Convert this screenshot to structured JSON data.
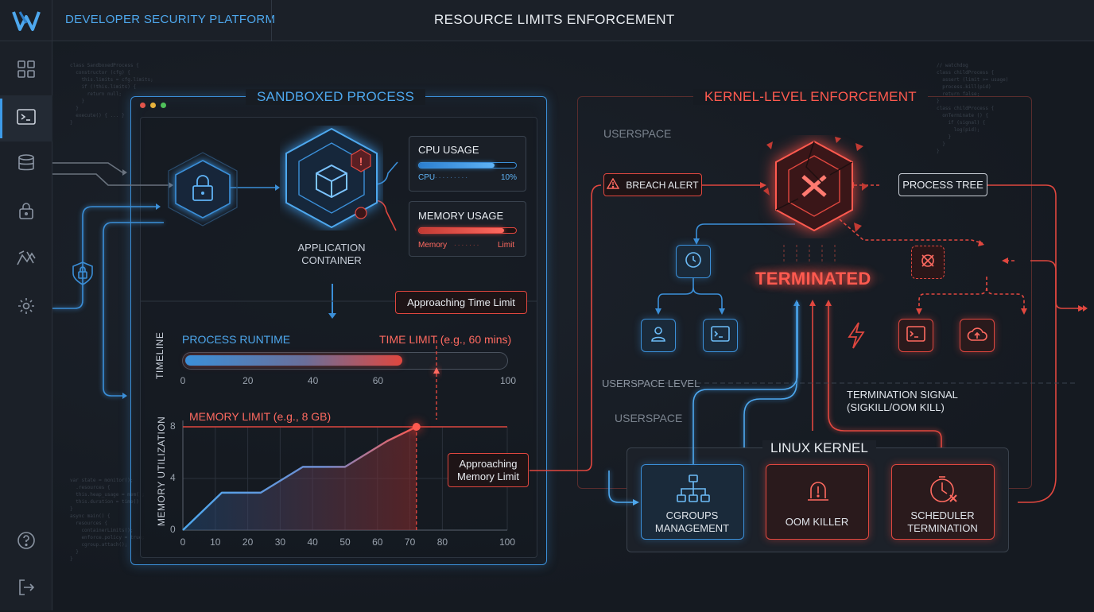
{
  "app": {
    "brand": "DEVELOPER SECURITY PLATFORM",
    "page_title": "RESOURCE LIMITS ENFORCEMENT"
  },
  "sidebar": {
    "items": [
      {
        "name": "dashboard-icon"
      },
      {
        "name": "terminal-icon"
      },
      {
        "name": "database-icon"
      },
      {
        "name": "lock-icon"
      },
      {
        "name": "network-icon"
      },
      {
        "name": "gear-icon"
      }
    ],
    "bottom": [
      {
        "name": "help-icon"
      },
      {
        "name": "logout-icon"
      }
    ]
  },
  "sandbox": {
    "title": "SANDBOXED PROCESS",
    "container_label_1": "APPLICATION",
    "container_label_2": "CONTAINER",
    "cpu": {
      "title": "CPU USAGE",
      "label": "CPU",
      "value": "10%",
      "fill": 0.78
    },
    "memory": {
      "title": "MEMORY USAGE",
      "label": "Memory",
      "limit": "Limit",
      "fill": 0.88
    },
    "time_callout": "Approaching Time Limit",
    "memory_callout_1": "Approaching",
    "memory_callout_2": "Memory Limit"
  },
  "timeline": {
    "axis_label": "TIMELINE",
    "runtime_label": "PROCESS RUNTIME",
    "limit_label": "TIME LIMIT (e.g., 60 mins)",
    "ticks": [
      "0",
      "20",
      "40",
      "60",
      "100"
    ],
    "progress": 0.68
  },
  "chart_data": {
    "type": "area",
    "ylabel": "MEMORY UTILIZATION",
    "limit_label": "MEMORY LIMIT (e.g., 8 GB)",
    "xlim": [
      0,
      100
    ],
    "ylim": [
      0,
      8
    ],
    "x_ticks": [
      "0",
      "10",
      "20",
      "30",
      "40",
      "50",
      "60",
      "70",
      "80",
      "100"
    ],
    "y_ticks": [
      "0",
      "4",
      "8"
    ],
    "x": [
      0,
      12,
      24,
      37,
      50,
      63,
      72
    ],
    "y": [
      0,
      2.9,
      2.9,
      4.9,
      4.9,
      6.9,
      8.0
    ],
    "limit": 8,
    "marker_x": 72
  },
  "kernel": {
    "title": "KERNEL-LEVEL ENFORCEMENT",
    "userspace_top": "USERSPACE",
    "breach_alert": "BREACH ALERT",
    "process_tree": "PROCESS TREE",
    "terminated": "TERMINATED",
    "userspace_level": "USERSPACE LEVEL",
    "userspace_bottom": "USERSPACE",
    "signal_1": "TERMINATION SIGNAL",
    "signal_2": "(SIGKILL/OOM KILL)",
    "linux_kernel": "LINUX KERNEL",
    "cgroups_1": "CGROUPS",
    "cgroups_2": "MANAGEMENT",
    "oom": "OOM KILLER",
    "sched_1": "SCHEDULER",
    "sched_2": "TERMINATION"
  },
  "colors": {
    "blue": "#3b8fd8",
    "red": "#e0473f",
    "accent": "#4ea8ee"
  }
}
